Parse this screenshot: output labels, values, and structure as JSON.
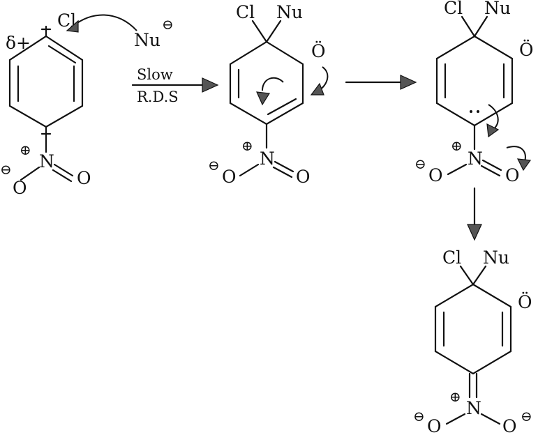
{
  "reactant": {
    "charge_label": "δ+",
    "leaving_group": "Cl",
    "nucleophile": "Nu",
    "nucleophile_charge": "⊖",
    "nitro_plus": "⊕",
    "nitro_n": "N",
    "nitro_o1": "O",
    "nitro_o1_charge": "⊖",
    "nitro_o2": "O"
  },
  "arrow1": {
    "above": "Slow",
    "below": "R.D.S"
  },
  "intermediate1": {
    "cl": "Cl",
    "nu": "Nu",
    "carbanion": "Ö",
    "nitro_plus": "⊕",
    "nitro_n": "N",
    "nitro_o1": "O",
    "nitro_o1_charge": "⊖",
    "nitro_o2": "O"
  },
  "intermediate2": {
    "cl": "Cl",
    "nu": "Nu",
    "carbanion": "Ö",
    "nitro_plus": "⊕",
    "nitro_n": "N",
    "nitro_o1": "O",
    "nitro_o1_charge": "⊖",
    "nitro_o2": "O"
  },
  "product": {
    "cl": "Cl",
    "nu": "Nu",
    "carbanion": "Ö",
    "nitro_plus": "⊕",
    "nitro_n": "N",
    "nitro_o1": "O",
    "nitro_o1_charge": "⊖",
    "nitro_o2": "O",
    "nitro_o2_charge": "⊖"
  }
}
